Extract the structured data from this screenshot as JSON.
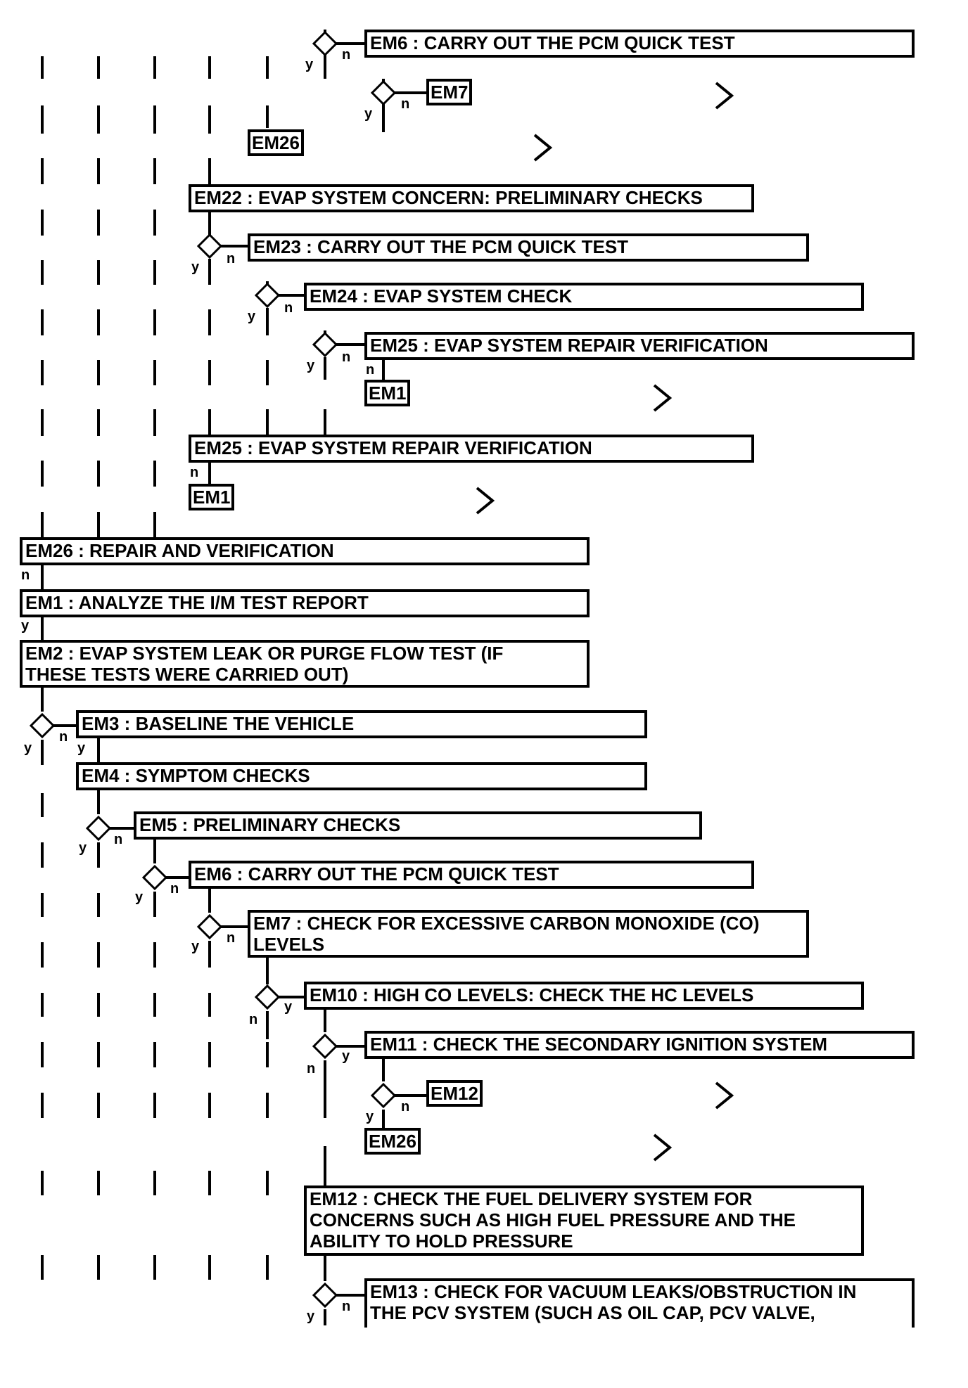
{
  "boxes": {
    "em6_top": "EM6 : CARRY OUT THE PCM QUICK TEST",
    "em22": "EM22 : EVAP SYSTEM CONCERN: PRELIMINARY CHECKS",
    "em23": "EM23 : CARRY OUT THE PCM QUICK TEST",
    "em24": "EM24 : EVAP SYSTEM CHECK",
    "em25_a": "EM25 : EVAP SYSTEM REPAIR VERIFICATION",
    "em25_b": "EM25 : EVAP SYSTEM REPAIR VERIFICATION",
    "em26": "EM26 : REPAIR AND VERIFICATION",
    "em1": "EM1 : ANALYZE THE I/M TEST REPORT",
    "em2": "EM2 : EVAP SYSTEM LEAK OR PURGE FLOW TEST (IF\nTHESE TESTS WERE CARRIED OUT)",
    "em3": "EM3 : BASELINE THE VEHICLE",
    "em4": "EM4 : SYMPTOM CHECKS",
    "em5": "EM5 : PRELIMINARY CHECKS",
    "em6": "EM6 : CARRY OUT THE PCM QUICK TEST",
    "em7": "EM7 : CHECK FOR EXCESSIVE CARBON MONOXIDE (CO)\nLEVELS",
    "em10": "EM10 : HIGH CO LEVELS: CHECK THE HC LEVELS",
    "em11": "EM11 : CHECK THE SECONDARY IGNITION SYSTEM",
    "em12": "EM12 : CHECK THE FUEL DELIVERY SYSTEM FOR\nCONCERNS SUCH AS HIGH FUEL PRESSURE AND THE\nABILITY TO HOLD PRESSURE",
    "em13": "EM13 : CHECK FOR VACUUM LEAKS/OBSTRUCTION IN\nTHE PCV SYSTEM (SUCH AS OIL CAP, PCV VALVE,"
  },
  "refs": {
    "em7": "EM7",
    "em26_top": "EM26",
    "em1_a": "EM1",
    "em1_b": "EM1",
    "em12": "EM12",
    "em26_bottom": "EM26"
  },
  "branch_labels": {
    "yes": "y",
    "no": "n"
  },
  "colors": {
    "line": "#000000",
    "background": "#ffffff"
  }
}
